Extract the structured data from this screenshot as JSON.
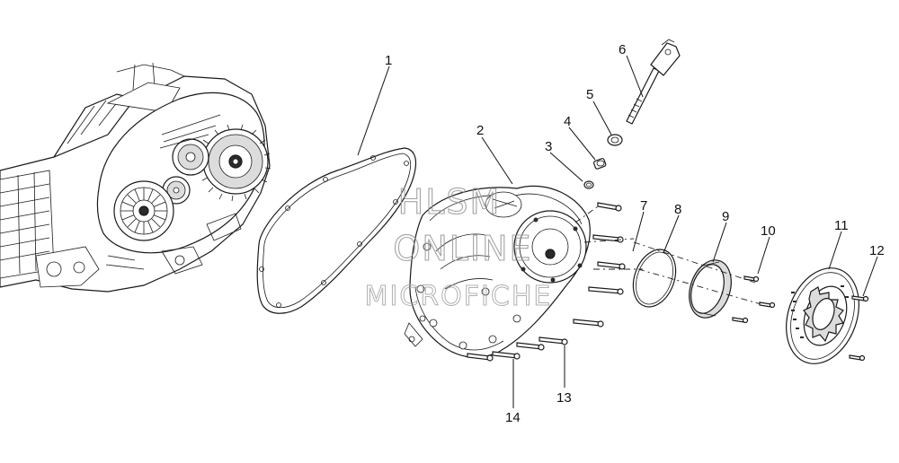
{
  "diagram": {
    "callouts": [
      "1",
      "2",
      "3",
      "4",
      "5",
      "6",
      "7",
      "8",
      "9",
      "10",
      "11",
      "12",
      "13",
      "14"
    ],
    "watermark": {
      "line1": "HLSM",
      "line2": "ONLINE",
      "line3": "MICROFICHE"
    },
    "parts": {
      "engine": "engine-assembly",
      "gasket": "gasket",
      "cover": "primary-cover",
      "plug": "plug",
      "seal": "seal",
      "bushing": "bushing",
      "shaft": "clutch-adjuster-shaft",
      "o_ring": "o-ring",
      "inspection_cover": "inspection-cover",
      "derby_cover": "derby-cover"
    },
    "colors": {
      "ink": "#1a1a1a",
      "shade": "#dcdcdc",
      "watermark": "#9a9a9a"
    }
  }
}
